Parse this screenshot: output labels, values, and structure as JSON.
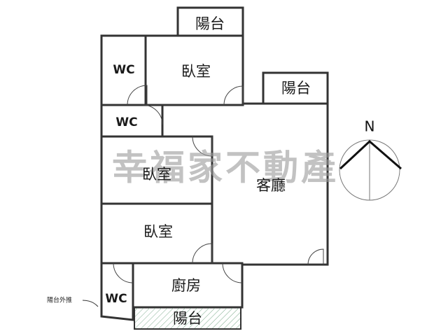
{
  "rooms": {
    "balcony_top": "陽台",
    "wc_upper": "WC",
    "bedroom_top": "臥室",
    "balcony_right": "陽台",
    "wc_middle": "WC",
    "bedroom_middle": "臥室",
    "living_room": "客廳",
    "bedroom_lower": "臥室",
    "kitchen": "廚房",
    "wc_lower": "WC",
    "balcony_bottom": "陽台"
  },
  "annotation": "陽台外推",
  "watermark": "幸福家不動產",
  "compass": {
    "north_label": "N"
  },
  "colors": {
    "wall": "#333333",
    "balcony_hatch": "#7fae8f",
    "watermark": "#9a9a9a"
  }
}
